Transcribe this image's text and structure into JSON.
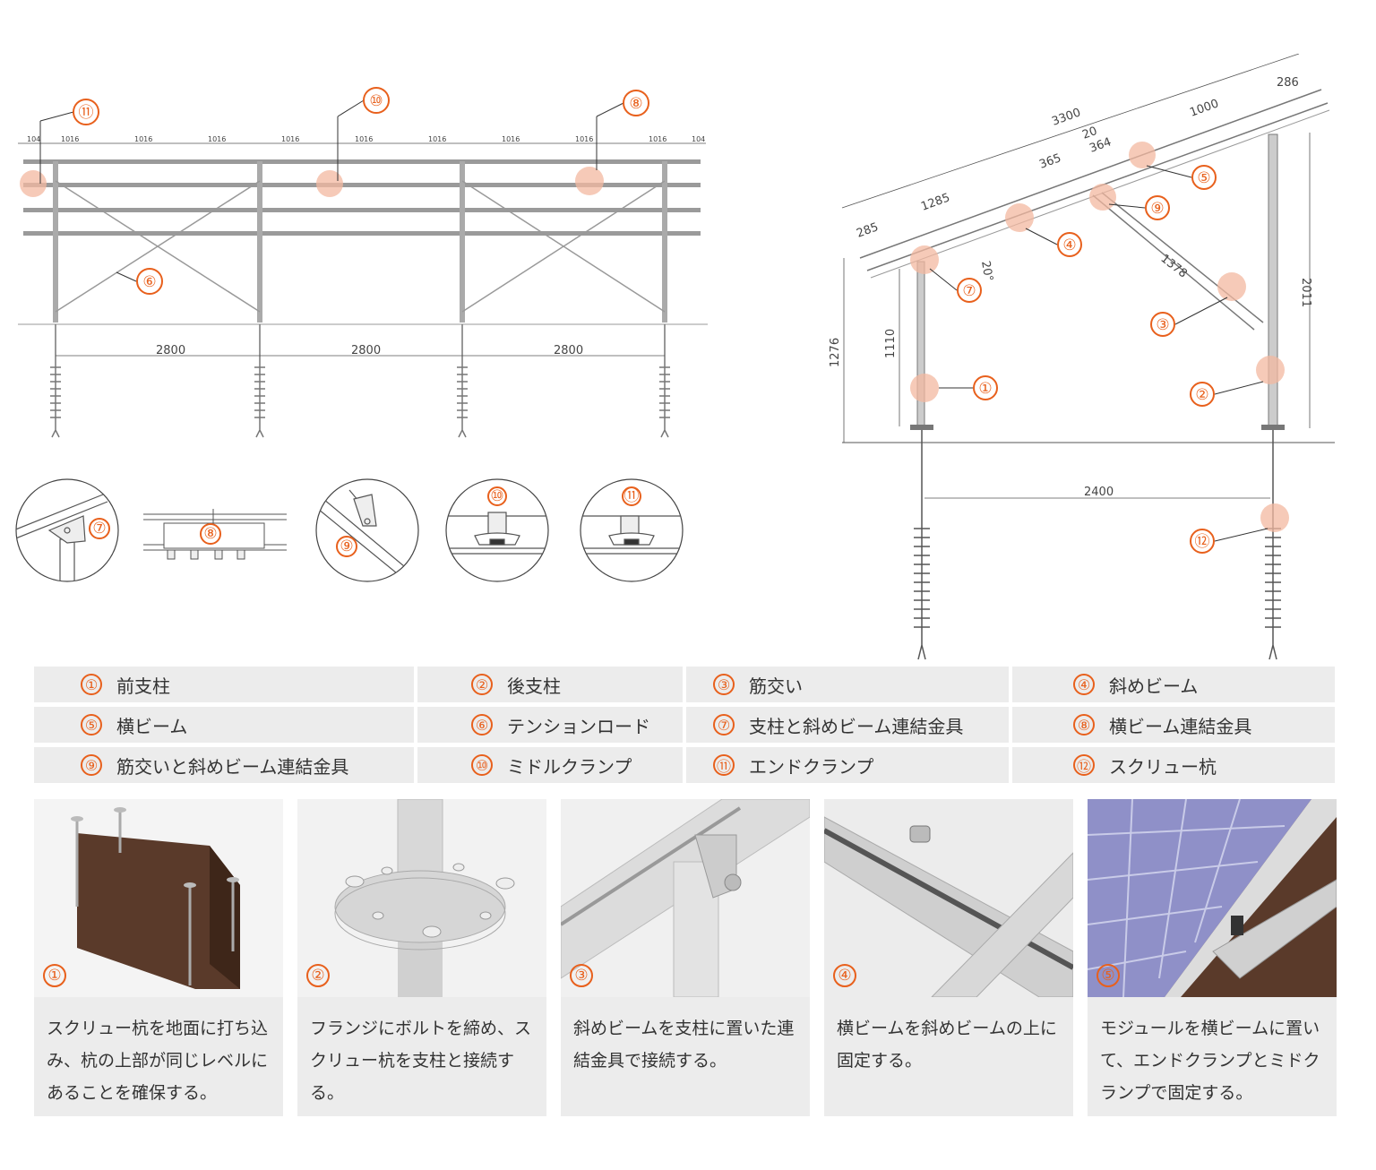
{
  "front_view": {
    "dimensions_top": [
      "104",
      "1016",
      "1016",
      "1016",
      "1016",
      "1016",
      "1016",
      "1016",
      "1016",
      "1016",
      "104"
    ],
    "dimensions_bottom": [
      "2800",
      "2800",
      "2800"
    ],
    "callouts": [
      "⑪",
      "⑩",
      "⑧",
      "⑥"
    ]
  },
  "side_view": {
    "dimensions": {
      "d3300": "3300",
      "d286": "286",
      "d1000": "1000",
      "d20": "20",
      "d364": "364",
      "d365": "365",
      "d1285": "1285",
      "d285": "285",
      "d20deg": "20°",
      "d1378": "1378",
      "d2011": "2011",
      "d1276": "1276",
      "d1110": "1110",
      "d2400": "2400"
    },
    "callouts": [
      "⑤",
      "⑨",
      "④",
      "⑦",
      "③",
      "①",
      "②",
      "⑫"
    ]
  },
  "details": [
    "⑦",
    "⑧",
    "⑨",
    "⑩",
    "⑪"
  ],
  "legend": [
    {
      "num": "①",
      "label": "前支柱"
    },
    {
      "num": "②",
      "label": "後支柱"
    },
    {
      "num": "③",
      "label": "筋交い"
    },
    {
      "num": "④",
      "label": "斜めビーム"
    },
    {
      "num": "⑤",
      "label": "横ビーム"
    },
    {
      "num": "⑥",
      "label": "テンションロード"
    },
    {
      "num": "⑦",
      "label": "支柱と斜めビーム連結金具"
    },
    {
      "num": "⑧",
      "label": "横ビーム連結金具"
    },
    {
      "num": "⑨",
      "label": "筋交いと斜めビーム連結金具"
    },
    {
      "num": "⑩",
      "label": "ミドルクランプ"
    },
    {
      "num": "⑪",
      "label": "エンドクランプ"
    },
    {
      "num": "⑫",
      "label": "スクリュー杭"
    }
  ],
  "steps": [
    {
      "num": "①",
      "text": "スクリュー杭を地面に打ち込み、杭の上部が同じレベルにあることを確保する。"
    },
    {
      "num": "②",
      "text": "フランジにボルトを締め、スクリュー杭を支柱と接続する。"
    },
    {
      "num": "③",
      "text": "斜めビームを支柱に置いた連結金具で接続する。"
    },
    {
      "num": "④",
      "text": "横ビームを斜めビームの上に固定する。"
    },
    {
      "num": "⑤",
      "text": "モジュールを横ビームに置いて、エンドクランプとミドクランプで固定する。"
    }
  ],
  "colors": {
    "accent": "#e8601c",
    "highlight": "#f3b8a0",
    "panel": "#ececec",
    "steel": "#888888",
    "wood": "#5a3a2a",
    "solar": "#8f90c8"
  }
}
